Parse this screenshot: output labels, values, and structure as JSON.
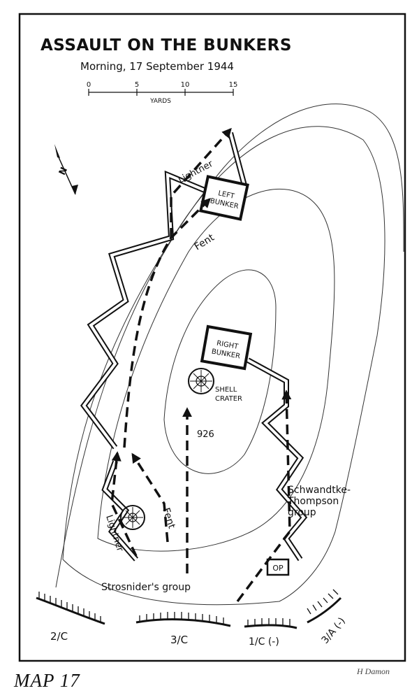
{
  "map": {
    "title": "ASSAULT ON THE BUNKERS",
    "subtitle": "Morning, 17 September 1944",
    "scale": {
      "ticks": [
        "0",
        "5",
        "10",
        "15"
      ],
      "unit": "YARDS"
    },
    "north_label": "N",
    "features": {
      "left_bunker": [
        "LEFT",
        "BUNKER"
      ],
      "right_bunker": [
        "RIGHT",
        "BUNKER"
      ],
      "shell_crater": [
        "SHELL",
        "CRATER"
      ],
      "hill": "926",
      "op": "OP"
    },
    "unit_labels": {
      "lightner_top": "Lightner",
      "lightner_bottom": "Lightner",
      "fent_top": "Fent",
      "fent_bottom": "Fent",
      "strosnider": "Strosnider's group",
      "schwandtke": [
        "Schwandtke-",
        "Thompson",
        "group"
      ]
    },
    "positions": [
      "2/C",
      "3/C",
      "1/C (-)",
      "3/A (-)"
    ],
    "map_number": "MAP 17",
    "credit": "H Damon"
  }
}
